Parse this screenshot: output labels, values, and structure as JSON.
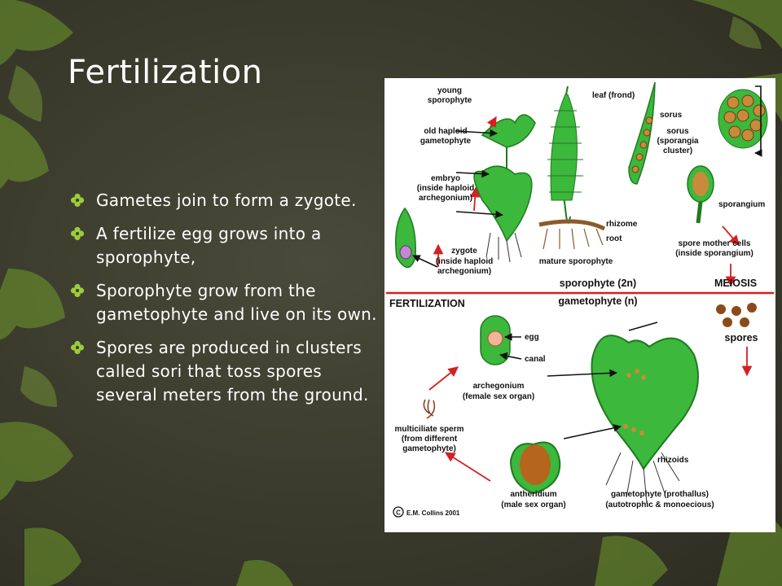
{
  "slide": {
    "title": "Fertilization",
    "bullets": [
      "Gametes join to form a zygote.",
      "A fertilize egg grows into a sporophyte,",
      "Sporophyte grow from the gametophyte and live on its own.",
      "Spores are produced in clusters called sori that toss spores several meters from the ground."
    ]
  },
  "diagram": {
    "labels": {
      "young_sporophyte": [
        "young",
        "sporophyte"
      ],
      "leaf_frond": "leaf (frond)",
      "sorus_top": "sorus",
      "old_haploid_gametophyte": [
        "old haploid",
        "gametophyte"
      ],
      "sorus_sporangia": [
        "sorus",
        "(sporangia",
        "cluster)"
      ],
      "embryo": [
        "embryo",
        "(inside haploid",
        "archegonium)"
      ],
      "sporangium": "sporangium",
      "rhizome": "rhizome",
      "root": "root",
      "zygote": [
        "zygote",
        "(inside haploid",
        "archegonium)"
      ],
      "spore_mother_cells": [
        "spore mother cells",
        "(inside sporangium)"
      ],
      "mature_sporophyte": "mature sporophyte",
      "sporophyte_2n": "sporophyte (2n)",
      "meiosis": "MEIOSIS",
      "fertilization": "FERTILIZATION",
      "gametophyte_n": "gametophyte (n)",
      "egg": "egg",
      "canal": "canal",
      "spores": "spores",
      "archegonium": [
        "archegonium",
        "(female sex organ)"
      ],
      "multiciliate_sperm": [
        "multiciliate sperm",
        "(from different",
        "gametophyte)"
      ],
      "rhizoids": "rhizoids",
      "antheridium": [
        "antheridium",
        "(male sex organ)"
      ],
      "gametophyte_prothallus": [
        "gametophyte (prothallus)",
        "(autotrophic & monoecious)"
      ],
      "copyright": "E.M. Collins 2001"
    },
    "colors": {
      "green": "#3cb83c",
      "dark_green": "#1f7a1f",
      "brown": "#b5651d",
      "divider": "#d42020",
      "arrow": "#d42020"
    }
  }
}
